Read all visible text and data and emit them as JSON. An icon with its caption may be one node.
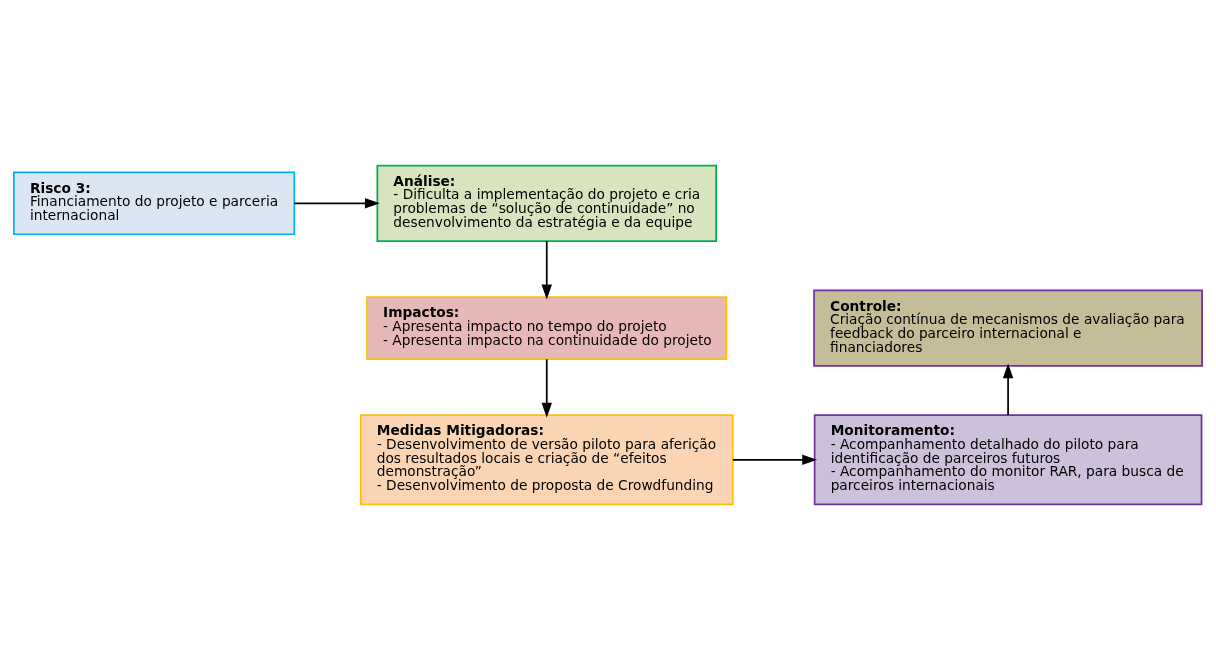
{
  "diagram": {
    "nodes": [
      {
        "text": [
          "Risco 3:",
          "Financiamento do projeto e parceria internacional"
        ]
      },
      {
        "text": [
          "Análise:",
          "- Dificulta a implementação do projeto e cria problemas de “solução de continuidade” no desenvolvimento da estratégia e da equipe"
        ]
      },
      {
        "text": [
          "Impactos:",
          "- Apresenta impacto no tempo do projeto",
          "- Apresenta impacto na continuidade do projeto"
        ]
      },
      {
        "text": [
          "Medidas Mitigadoras:",
          "- Desenvolvimento de versão piloto para aferição dos resultados locais e criação de “efeitos demonstração”",
          "- Desenvolvimento de proposta de Crowdfunding"
        ]
      },
      {
        "text": [
          "Monitoramento:",
          "- Acompanhamento detalhado do piloto para identificação de parceiros futuros",
          "- Acompanhamento do monitor RAR, para busca de parceiros internacionais"
        ]
      },
      {
        "text": [
          "Controle:",
          "Criação contínua de mecanismos de avaliação para feedback do parceiro internacional e financiadores"
        ]
      }
    ],
    "edges": [
      {
        "from": 0,
        "to": 1,
        "arrow": "to"
      },
      {
        "from": 1,
        "to": 2,
        "arrow": "to"
      },
      {
        "from": 2,
        "to": 3,
        "arrow": "to"
      },
      {
        "from": 3,
        "to": 4,
        "arrow": "to"
      },
      {
        "from": 4,
        "to": 5,
        "arrow": "to"
      }
    ]
  }
}
